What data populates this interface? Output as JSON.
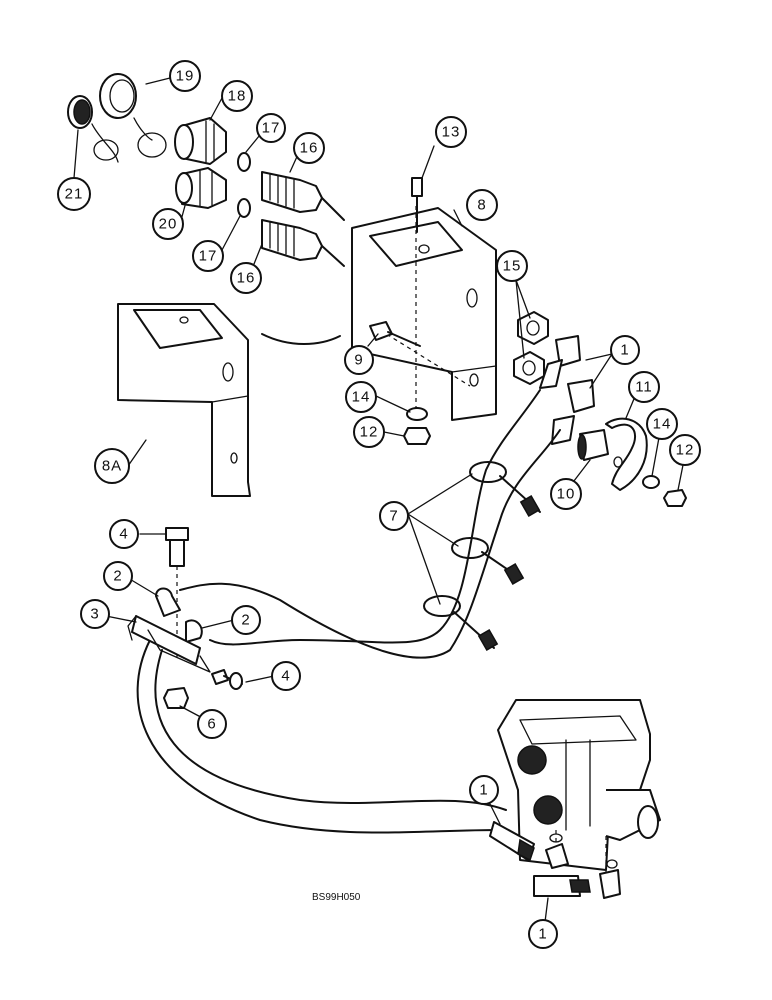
{
  "figure_code": "BS99H050",
  "callouts": [
    "1",
    "2",
    "3",
    "4",
    "6",
    "7",
    "8",
    "8A",
    "9",
    "10",
    "11",
    "12",
    "13",
    "14",
    "15",
    "16",
    "17",
    "18",
    "19",
    "20",
    "21"
  ]
}
